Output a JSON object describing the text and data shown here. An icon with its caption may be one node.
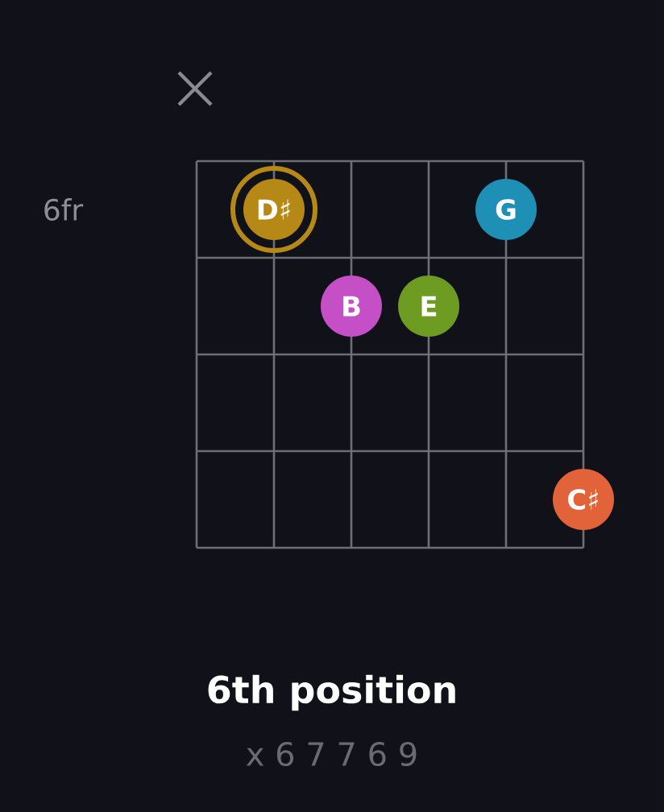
{
  "diagram": {
    "title": "6th position",
    "nodes": [
      {
        "text": [
          "D♯"
        ]
      },
      {
        "text": [
          "G"
        ]
      },
      {
        "text": [
          "B"
        ]
      },
      {
        "text": [
          "E"
        ]
      },
      {
        "text": [
          "C♯"
        ]
      }
    ],
    "labels": [
      "6fr",
      "x 6 7 7 6 9"
    ]
  }
}
